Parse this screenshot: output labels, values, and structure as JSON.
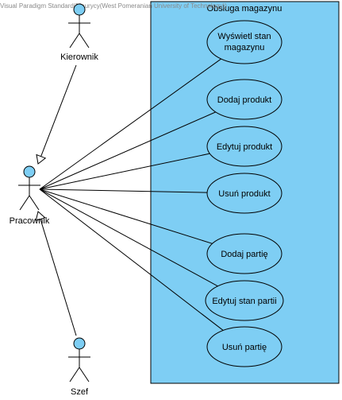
{
  "watermark": "Visual Paradigm Standard(Maurycy(West Pomeranian University of Technology))",
  "system": {
    "title": "Obsługa magazynu",
    "fill_color": "#7ECEF4"
  },
  "actors": {
    "kierownik": {
      "label": "Kierownik"
    },
    "pracownik": {
      "label": "Pracownik"
    },
    "szef": {
      "label": "Szef"
    }
  },
  "use_cases": {
    "wyswietl": {
      "lines": [
        "Wyświetl stan",
        "magazynu"
      ]
    },
    "dodaj_produkt": {
      "lines": [
        "Dodaj produkt"
      ]
    },
    "edytuj_produkt": {
      "lines": [
        "Edytuj produkt"
      ]
    },
    "usun_produkt": {
      "lines": [
        "Usuń produkt"
      ]
    },
    "dodaj_partie": {
      "lines": [
        "Dodaj partię"
      ]
    },
    "edytuj_partie": {
      "lines": [
        "Edytuj stan partii"
      ]
    },
    "usun_partie": {
      "lines": [
        "Usuń partię"
      ]
    }
  },
  "associations": [
    {
      "actor": "pracownik",
      "use_case": "wyswietl"
    },
    {
      "actor": "pracownik",
      "use_case": "dodaj_produkt"
    },
    {
      "actor": "pracownik",
      "use_case": "edytuj_produkt"
    },
    {
      "actor": "pracownik",
      "use_case": "usun_produkt"
    },
    {
      "actor": "pracownik",
      "use_case": "dodaj_partie"
    },
    {
      "actor": "pracownik",
      "use_case": "edytuj_partie"
    },
    {
      "actor": "pracownik",
      "use_case": "usun_partie"
    }
  ],
  "generalizations": [
    {
      "child": "kierownik",
      "parent": "pracownik"
    },
    {
      "child": "szef",
      "parent": "pracownik"
    }
  ]
}
